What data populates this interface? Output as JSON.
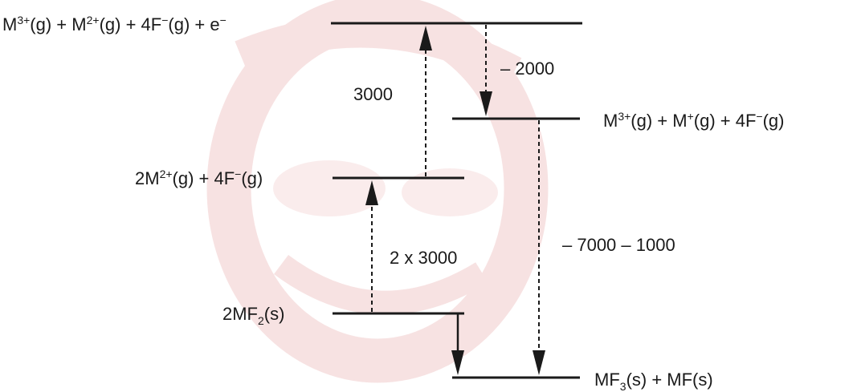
{
  "levels": {
    "top": {
      "species": [
        "M",
        "3+",
        "(g) + M",
        "2+",
        "(g) + 4F",
        "−",
        "(g) + e",
        "−"
      ]
    },
    "upper": {
      "species": [
        "M",
        "3+",
        "(g) + M",
        "+",
        "(g) + 4F",
        "−",
        "(g)"
      ]
    },
    "middle": {
      "species": [
        "2M",
        "2+",
        "(g) + 4F",
        "−",
        "(g)"
      ]
    },
    "start": {
      "species": [
        "2MF",
        "2",
        "(s)"
      ]
    },
    "final": {
      "species": [
        "MF",
        "3",
        "(s) + MF(s)"
      ]
    }
  },
  "steps": {
    "ionisation_2x": "2 x 3000",
    "ionisation_3rd": "3000",
    "electron_gain": "– 2000",
    "lattice_energies": "– 7000 – 1000"
  },
  "colors": {
    "line": "#1a1a1a",
    "watermark": "#f1cccc"
  }
}
